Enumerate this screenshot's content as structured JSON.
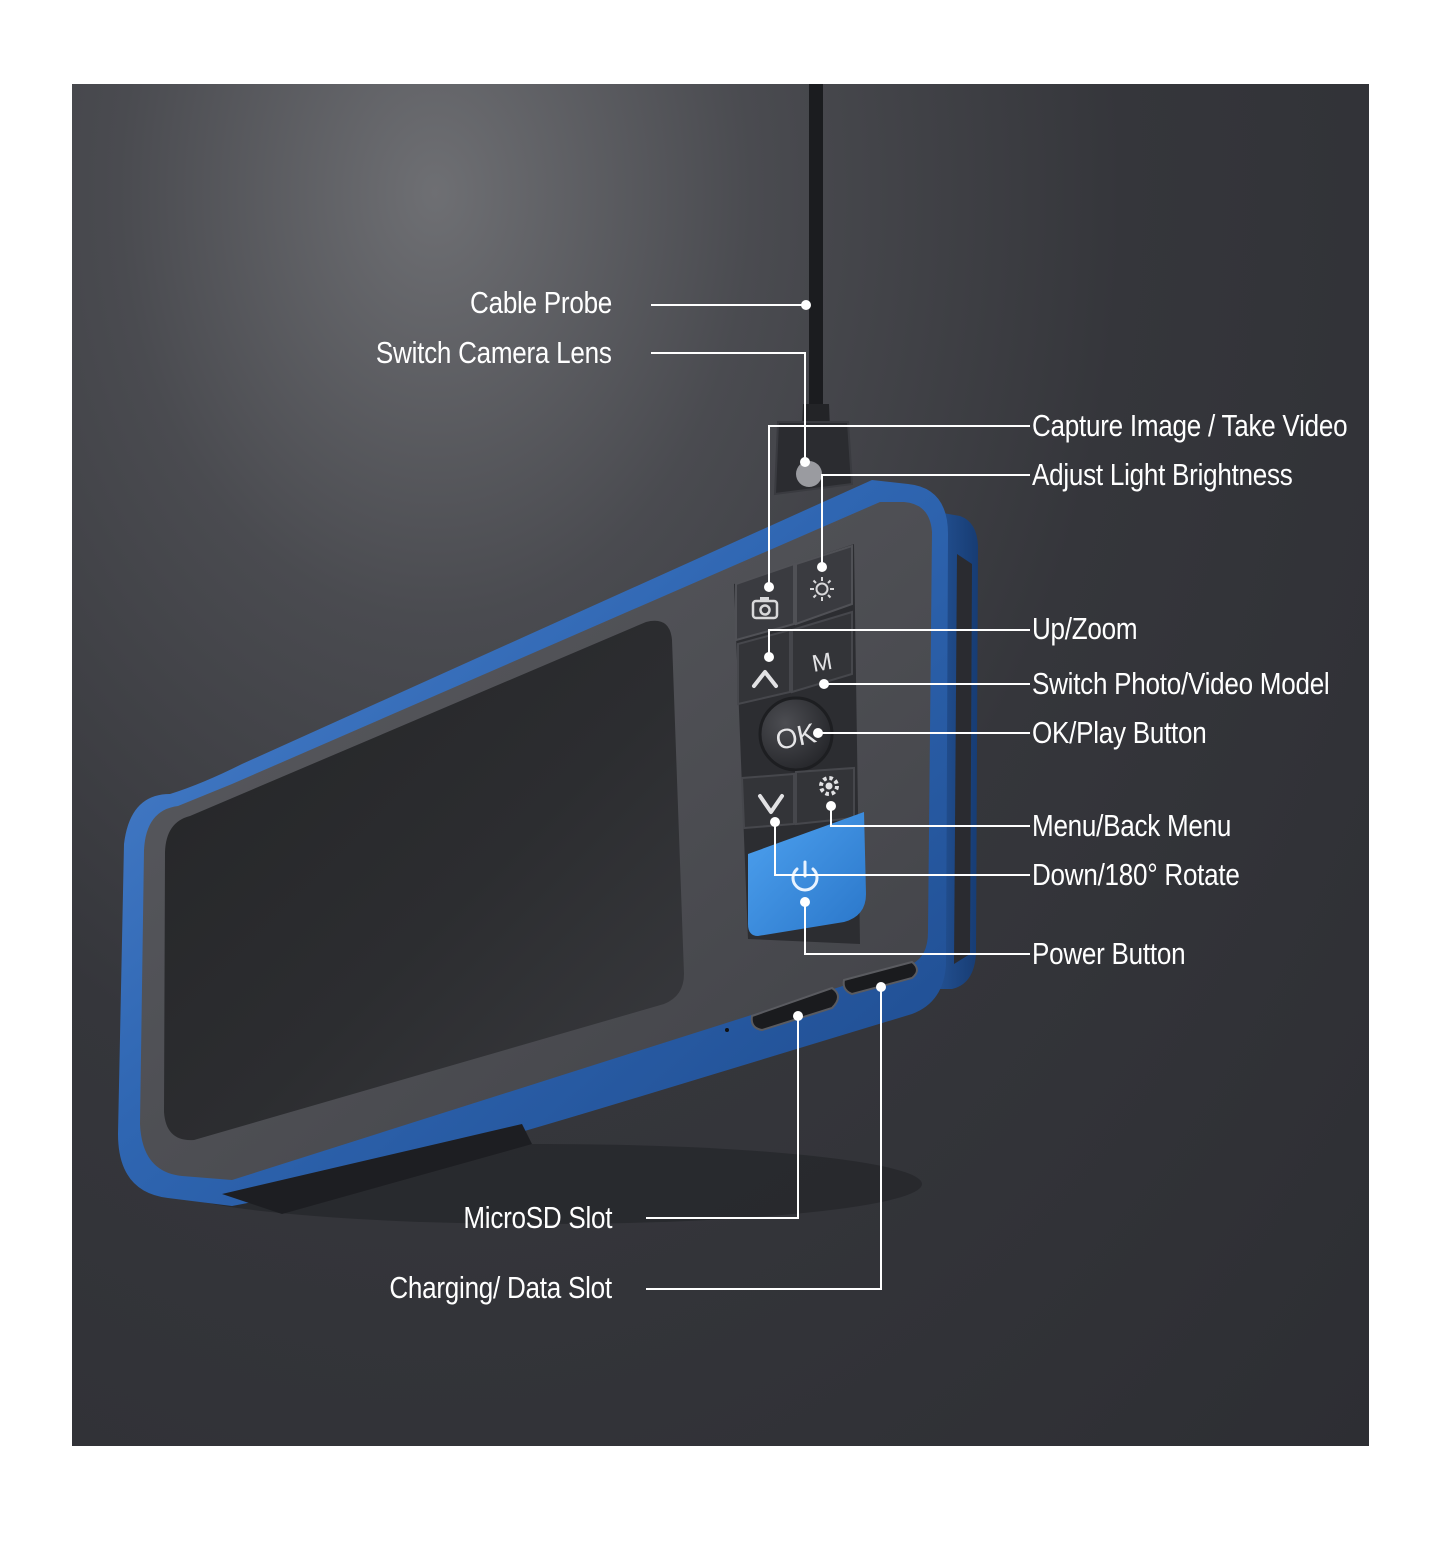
{
  "callouts": {
    "cable_probe": "Cable Probe",
    "switch_camera_lens": "Switch Camera Lens",
    "capture_image_take_video": "Capture Image / Take Video",
    "adjust_light_brightness": "Adjust Light Brightness",
    "up_zoom": "Up/Zoom",
    "switch_photo_video_model": "Switch Photo/Video Model",
    "ok_play_button": "OK/Play Button",
    "menu_back_menu": "Menu/Back Menu",
    "down_180_rotate": "Down/180° Rotate",
    "power_button": "Power Button",
    "microsd_slot": "MicroSD Slot",
    "charging_data_slot": "Charging/ Data Slot"
  },
  "device_buttons": {
    "ok_text": "OK",
    "mode_text": "M"
  },
  "colors": {
    "device_blue": "#2f66b2",
    "power_key_blue": "#3a8ee0",
    "leader_line": "#ffffff"
  }
}
